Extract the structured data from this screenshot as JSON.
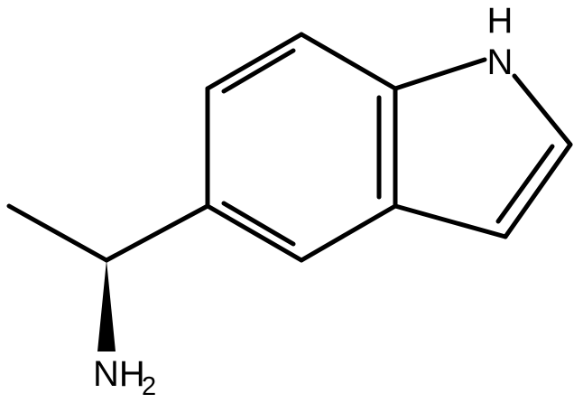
{
  "molecule": {
    "atoms": {
      "indole_h": "H",
      "indole_n": "N",
      "amine_n": "NH",
      "amine_subscript": "2"
    },
    "colors": {
      "bond": "#000000",
      "background": "#ffffff"
    }
  }
}
